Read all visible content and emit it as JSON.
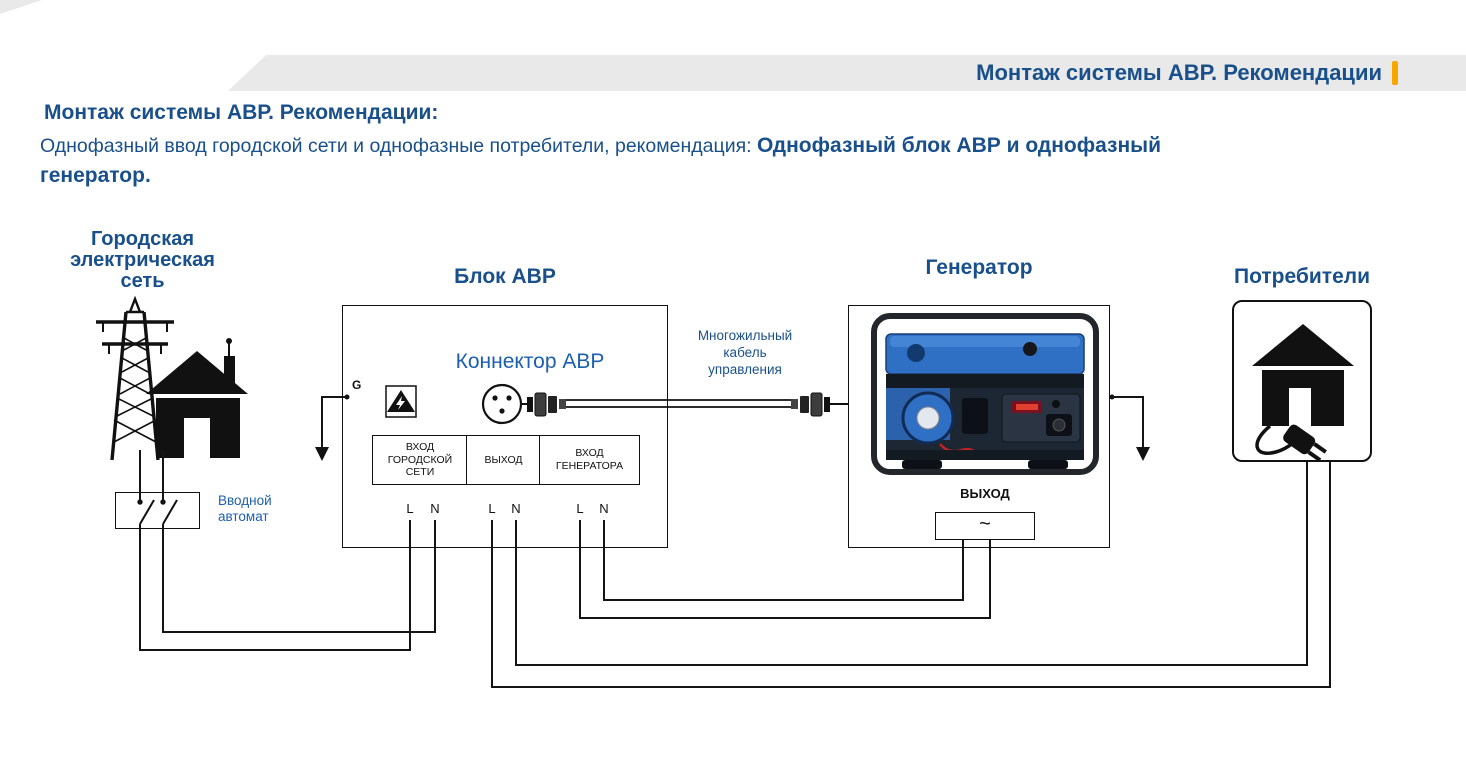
{
  "header": {
    "banner_title": "Монтаж системы АВР. Рекомендации",
    "accent_color": "#f7a600",
    "heading_color": "#19508b"
  },
  "intro": {
    "title": "Монтаж системы АВР. Рекомендации:",
    "body_regular": "Однофазный ввод городской сети и однофазные потребители, рекомендация: ",
    "body_bold_line1": "Однофазный блок АВР и однофазный",
    "body_bold_line2": "генератор."
  },
  "diagram": {
    "city_grid": {
      "line1": "Городская",
      "line2": "электрическая",
      "line3": "сеть"
    },
    "breaker": {
      "line1": "Вводной",
      "line2": "автомат"
    },
    "avr": {
      "title": "Блок АВР",
      "connector_label": "Коннектор АВР",
      "ground_label": "G",
      "terminal_city": "ВХОД ГОРОДСКОЙ СЕТИ",
      "terminal_out": "ВЫХОД",
      "terminal_gen": "ВХОД ГЕНЕРАТОРА",
      "phase": "L",
      "neutral": "N"
    },
    "cable": {
      "line1": "Многожильный",
      "line2": "кабель",
      "line3": "управления"
    },
    "generator": {
      "title": "Генератор",
      "output_label": "ВЫХОД",
      "output_symbol": "~"
    },
    "consumers": {
      "title": "Потребители"
    }
  }
}
